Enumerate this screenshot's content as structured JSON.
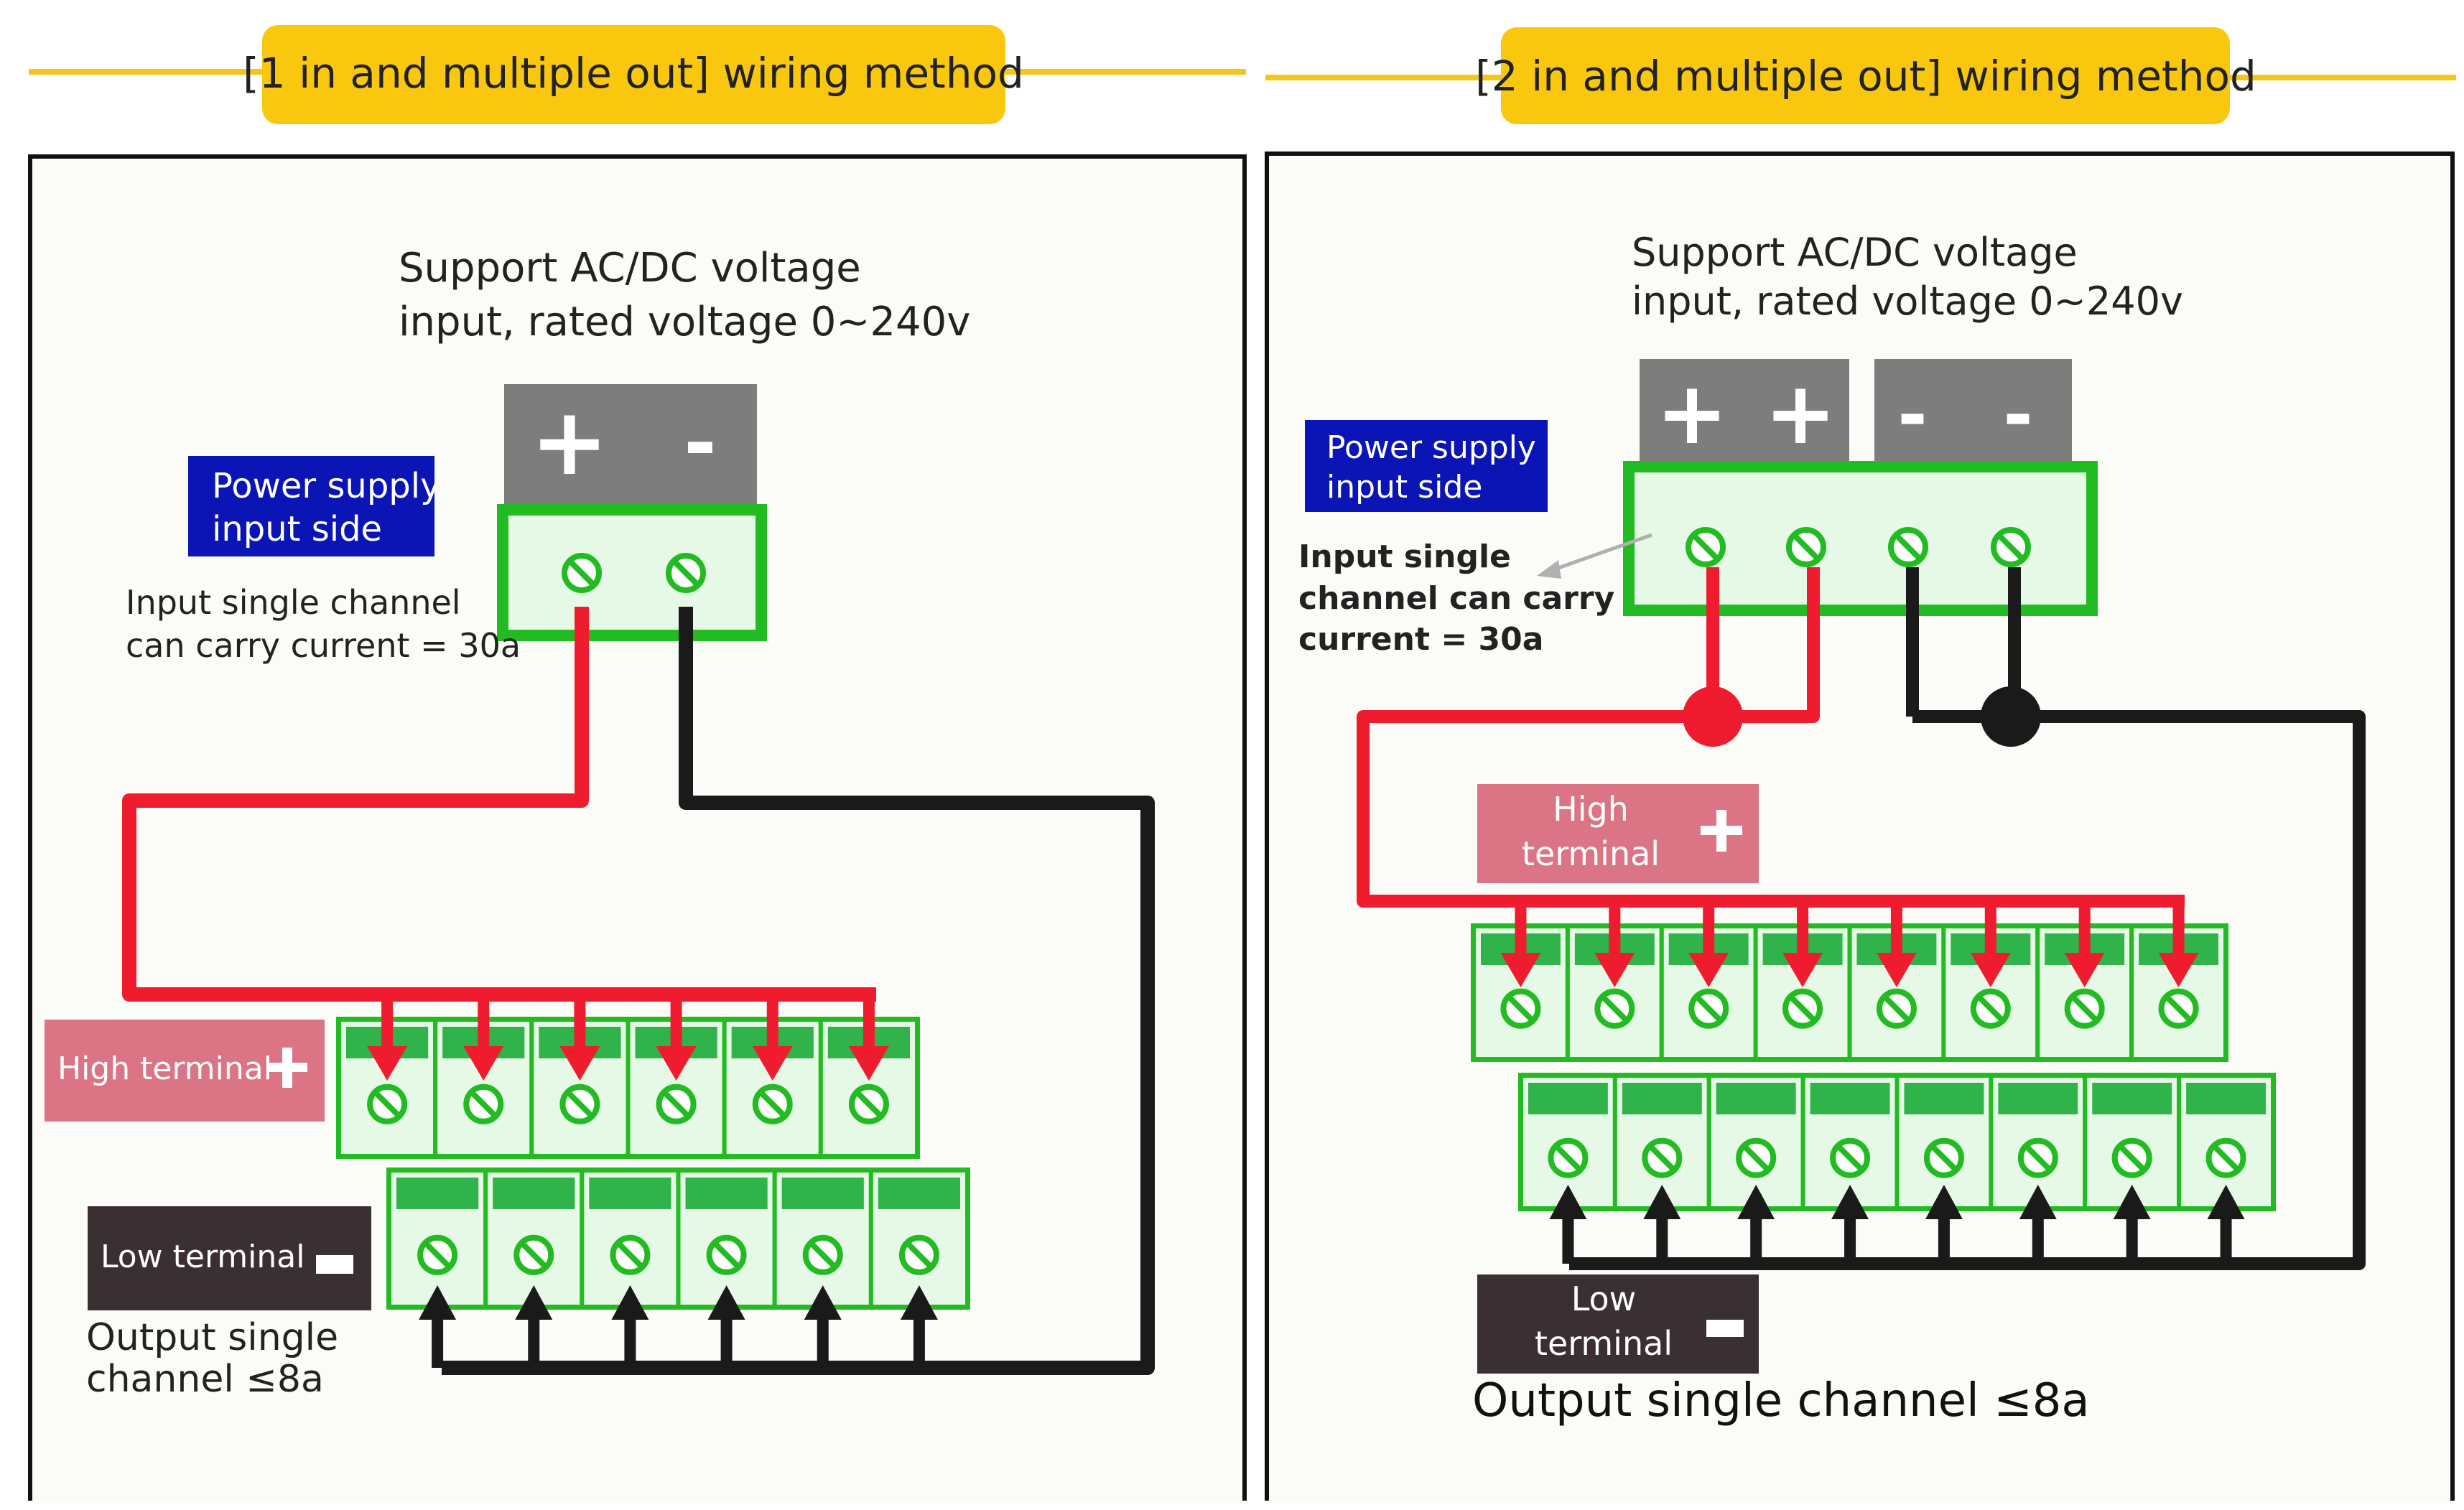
{
  "left": {
    "title": "[1 in and multiple out] wiring method",
    "voltage_note": [
      "Support AC/DC voltage",
      "input, rated voltage 0~240v"
    ],
    "power_label": [
      "Power supply",
      "input side"
    ],
    "input_note": [
      "Input single channel",
      "can carry current = 30a"
    ],
    "input_symbols": [
      "+",
      "-"
    ],
    "high_label": "High terminal",
    "low_label": "Low terminal",
    "output_note": [
      "Output single",
      "channel ≤8a"
    ],
    "terminal_count": 6
  },
  "right": {
    "title": "[2 in and multiple out] wiring method",
    "voltage_note": [
      "Support AC/DC voltage",
      "input, rated voltage 0~240v"
    ],
    "power_label": [
      "Power supply",
      "input side"
    ],
    "input_note": [
      "Input single",
      "channel can carry",
      "current = 30a"
    ],
    "input_symbols": [
      "+",
      "+",
      "-",
      "-"
    ],
    "high_label": [
      "High",
      "terminal"
    ],
    "low_label": [
      "Low",
      "terminal"
    ],
    "output_note": "Output single channel ≤8a",
    "terminal_count": 8
  },
  "colors": {
    "banner": "#f9c80e",
    "banner_line": "#f5c518",
    "green_dark": "#22bb22",
    "green_light": "#e6f8e6",
    "green_strip": "#2fb34a",
    "wire_red": "#ee1c2e",
    "wire_black": "#1a1a1a",
    "power_blue": "#0b14b4",
    "high_pink": "#db7585",
    "low_dark": "#3a2f33",
    "gray_block": "#7d7d7d"
  }
}
